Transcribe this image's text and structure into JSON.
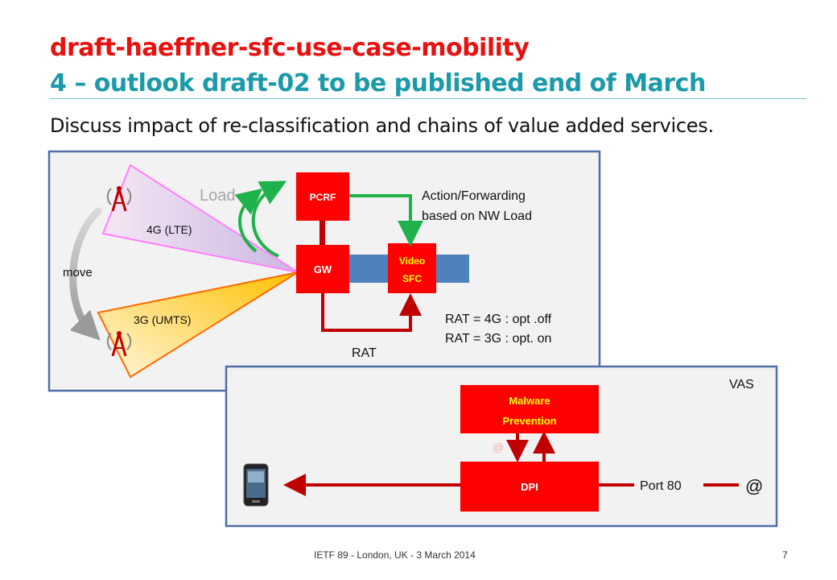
{
  "slide": {
    "title": "draft-haeffner-sfc-use-case-mobility",
    "subtitle_heading": "4 – outlook draft-02 to be published end of March",
    "bullet": "Discuss impact of re-classification and chains of value added services.",
    "footer": "IETF 89 - London, UK -  3 March 2014",
    "page_number": "7"
  },
  "diagram_top": {
    "load_label": "Load",
    "lte_label": "4G (LTE)",
    "umts_label": "3G (UMTS)",
    "move_label": "move",
    "pcrf_label": "PCRF",
    "gw_label": "GW",
    "video_sfc_line1": "Video",
    "video_sfc_line2": "SFC",
    "action_line1": "Action/Forwarding",
    "action_line2": "based on NW Load",
    "rat_rule1": "RAT = 4G : opt .off",
    "rat_rule2": "RAT = 3G : opt. on",
    "rat_label": "RAT"
  },
  "diagram_bottom": {
    "vas_label": "VAS",
    "malware_line1": "Malware",
    "malware_line2": "Prevention",
    "dpi_label": "DPI",
    "port_label": "Port 80",
    "at_symbol": "@",
    "at_small": "@"
  },
  "colors": {
    "title_red": "#e8110f",
    "title_teal": "#1b9aaa",
    "box_red": "#ff0000",
    "arrow_dark_red": "#c00000",
    "arrow_green": "#1fb24a",
    "pipe_blue": "#4f81bd",
    "panel_border": "#4f6fa8",
    "panel_fill": "#f2f2f2"
  },
  "icons": [
    "antenna-tower-icon",
    "smartphone-icon"
  ]
}
